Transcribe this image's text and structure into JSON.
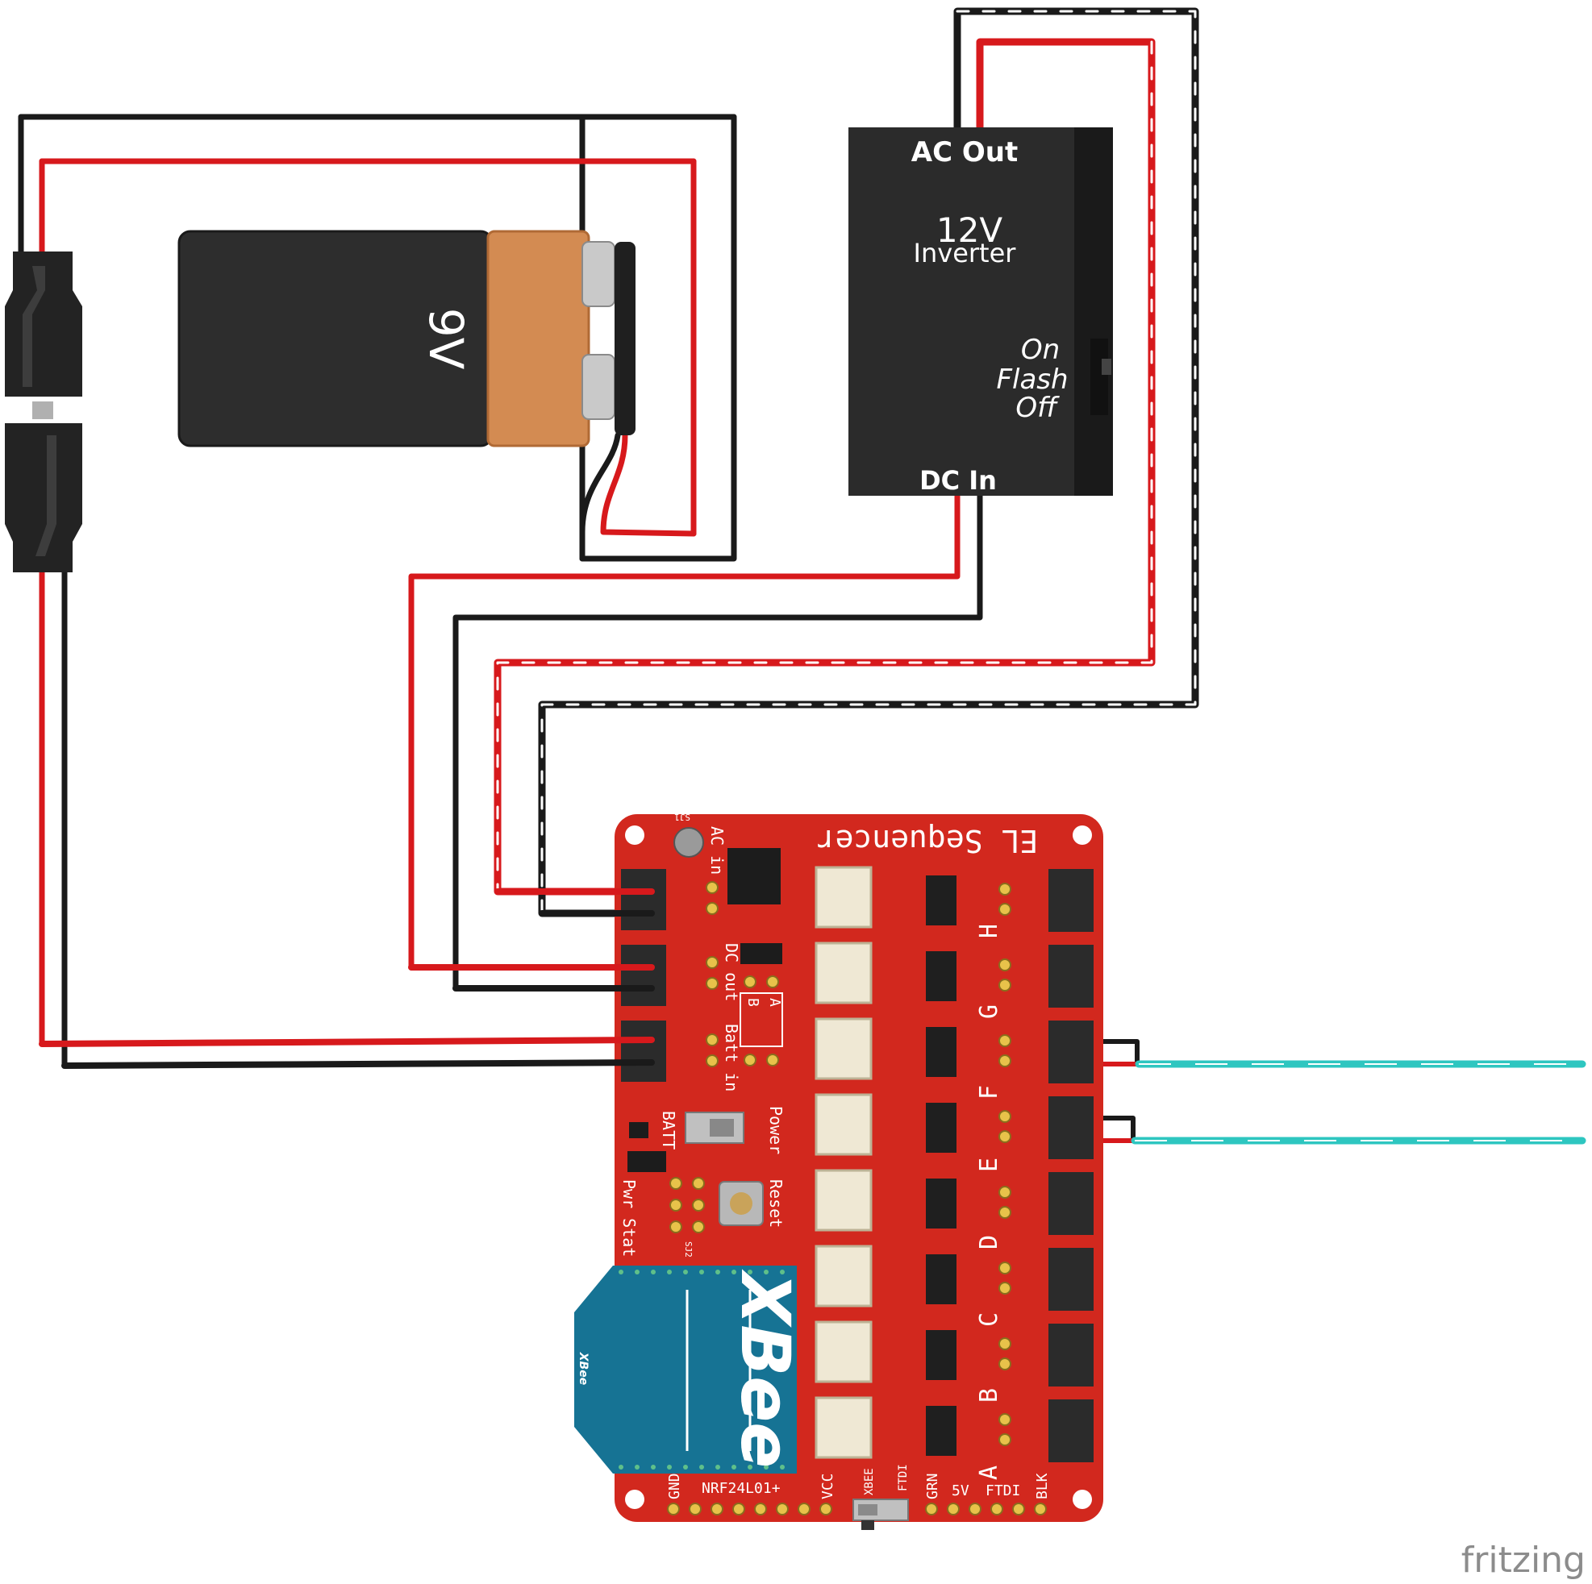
{
  "battery": {
    "label": "9V"
  },
  "inverter": {
    "ac_out": "AC Out",
    "model_line1": "12V",
    "model_line2": "Inverter",
    "switch_on": "On",
    "switch_flash": "Flash",
    "switch_off": "Off",
    "dc_in": "DC In"
  },
  "sequencer": {
    "title": "EL Sequencer",
    "ac_in": "AC in",
    "dc_out": "DC out",
    "batt_in": "Batt in",
    "jumper_a": "A",
    "jumper_b": "B",
    "batt": "BATT",
    "power": "Power",
    "reset": "Reset",
    "pwr_stat": "Pwr Stat",
    "sj1": "SJ1",
    "sj2": "SJ2",
    "xbee_large": "XBee",
    "xbee_small": "XBee",
    "channels": [
      "H",
      "G",
      "F",
      "E",
      "D",
      "C",
      "B",
      "A"
    ],
    "bottom_labels": {
      "gnd": "GND",
      "nrf": "NRF24L01+",
      "vcc": "VCC",
      "xbee": "XBEE",
      "ftdi_sw": "FTDI",
      "grn": "GRN",
      "v5": "5V",
      "ftdi": "FTDI",
      "blk": "BLK"
    }
  },
  "watermark": "fritzing",
  "colors": {
    "wire_red": "#d7191c",
    "wire_black": "#1a1a1a",
    "board_red": "#d2281e",
    "inverter_body": "#2a2a2a",
    "battery_orange": "#d38b52",
    "xbee_blue": "#167394",
    "el_wire": "#2ec6c0"
  }
}
